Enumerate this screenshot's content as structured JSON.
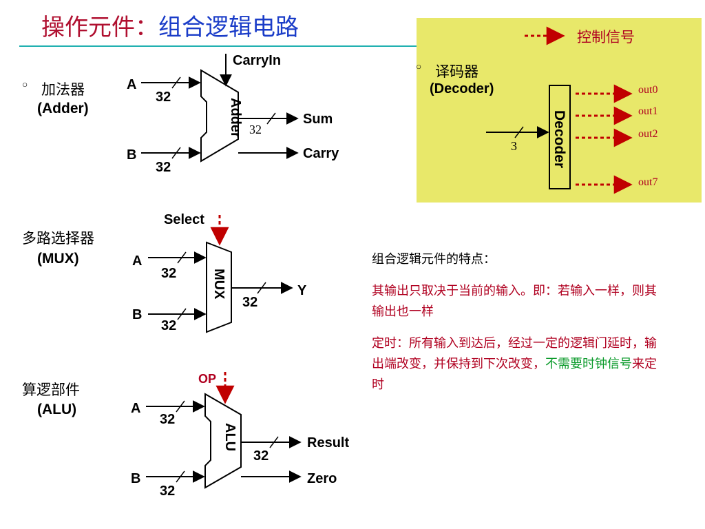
{
  "title": {
    "part1": "操作元件：",
    "part2": "组合逻辑电路"
  },
  "adder": {
    "bullet": "◦",
    "name_cn": "加法器",
    "name_en": "(Adder)",
    "block_label": "Adder",
    "in_a": "A",
    "in_b": "B",
    "carry_in": "CarryIn",
    "out_sum": "Sum",
    "out_carry": "Carry",
    "width_a": "32",
    "width_b": "32",
    "width_sum": "32"
  },
  "mux": {
    "name_cn": "多路选择器",
    "name_en": "(MUX)",
    "block_label": "MUX",
    "select": "Select",
    "in_a": "A",
    "in_b": "B",
    "out_y": "Y",
    "width_a": "32",
    "width_b": "32",
    "width_y": "32"
  },
  "alu": {
    "name_cn": "算逻部件",
    "name_en": "(ALU)",
    "block_label": "ALU",
    "op": "OP",
    "in_a": "A",
    "in_b": "B",
    "out_result": "Result",
    "out_zero": "Zero",
    "width_a": "32",
    "width_b": "32",
    "width_result": "32"
  },
  "decoder": {
    "legend": "控制信号",
    "bullet": "◦",
    "name_cn": "译码器",
    "name_en": "(Decoder)",
    "block_label": "Decoder",
    "in_width": "3",
    "outputs": [
      "out0",
      "out1",
      "out2",
      "out7"
    ]
  },
  "features": {
    "heading": "组合逻辑元件的特点：",
    "p1": "其输出只取决于当前的输入。即：若输入一样，则其输出也一样",
    "p2_a": "定时：所有输入到达后，经过一定的逻辑门延时，输出端改变，并保持到下次改变，",
    "p2_b": "不需要时钟信号",
    "p2_c": "来定时"
  },
  "colors": {
    "title_red": "#b01030",
    "title_blue": "#1a3cc8",
    "signal_red": "#b00020",
    "highlight_green": "#0a9a2a",
    "panel_yellow": "#e8e86a"
  }
}
